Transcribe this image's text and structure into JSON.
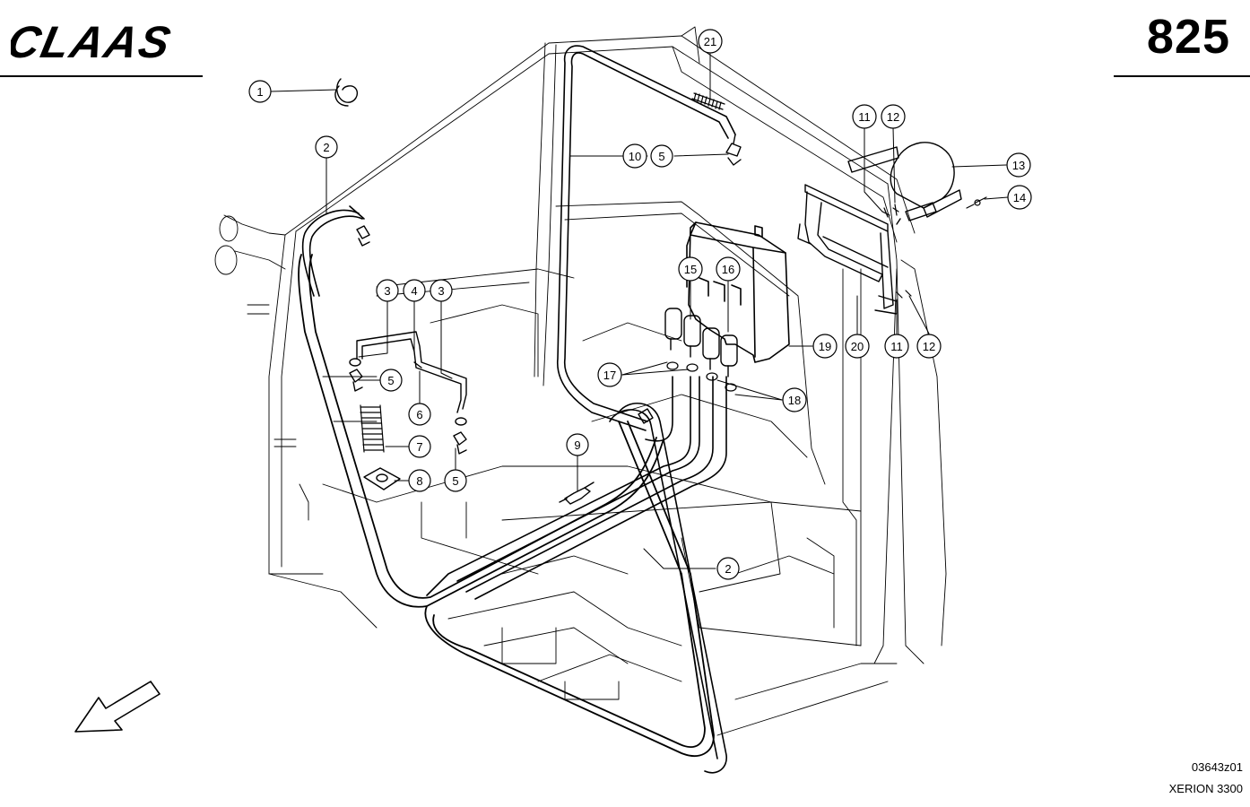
{
  "header": {
    "brand": "CLAAS",
    "page_number": "825"
  },
  "footer": {
    "drawing_number": "03643z01",
    "model": "XERION 3300"
  },
  "callouts": [
    {
      "id": "c1",
      "label": "1"
    },
    {
      "id": "c2a",
      "label": "2"
    },
    {
      "id": "c2b",
      "label": "2"
    },
    {
      "id": "c3a",
      "label": "3"
    },
    {
      "id": "c4",
      "label": "4"
    },
    {
      "id": "c3b",
      "label": "3"
    },
    {
      "id": "c5a",
      "label": "5"
    },
    {
      "id": "c6",
      "label": "6"
    },
    {
      "id": "c7",
      "label": "7"
    },
    {
      "id": "c8",
      "label": "8"
    },
    {
      "id": "c5b",
      "label": "5"
    },
    {
      "id": "c9",
      "label": "9"
    },
    {
      "id": "c10",
      "label": "10"
    },
    {
      "id": "c5c",
      "label": "5"
    },
    {
      "id": "c21",
      "label": "21"
    },
    {
      "id": "c11a",
      "label": "11"
    },
    {
      "id": "c12a",
      "label": "12"
    },
    {
      "id": "c13",
      "label": "13"
    },
    {
      "id": "c14",
      "label": "14"
    },
    {
      "id": "c15",
      "label": "15"
    },
    {
      "id": "c16",
      "label": "16"
    },
    {
      "id": "c19",
      "label": "19"
    },
    {
      "id": "c20",
      "label": "20"
    },
    {
      "id": "c11b",
      "label": "11"
    },
    {
      "id": "c12b",
      "label": "12"
    },
    {
      "id": "c17",
      "label": "17"
    },
    {
      "id": "c18",
      "label": "18"
    }
  ],
  "icons": {
    "direction_arrow": "arrow-down-left-icon"
  },
  "colors": {
    "line": "#000000",
    "background": "#ffffff"
  }
}
